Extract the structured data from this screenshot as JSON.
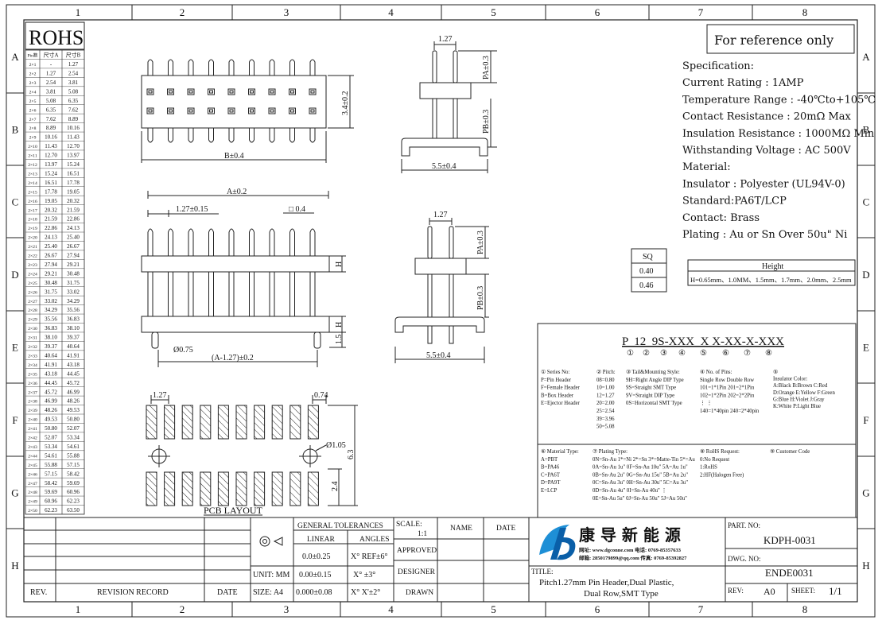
{
  "grid": {
    "cols": [
      "1",
      "2",
      "3",
      "4",
      "5",
      "6",
      "7",
      "8"
    ],
    "rows": [
      "A",
      "B",
      "C",
      "D",
      "E",
      "F",
      "G",
      "H"
    ]
  },
  "rohs_title": "ROHS",
  "pin_table": {
    "headers": [
      "Pin数",
      "尺寸A",
      "尺寸B"
    ],
    "rows": [
      [
        "2×1",
        "-",
        "1.27"
      ],
      [
        "2×2",
        "1.27",
        "2.54"
      ],
      [
        "2×3",
        "2.54",
        "3.81"
      ],
      [
        "2×4",
        "3.81",
        "5.08"
      ],
      [
        "2×5",
        "5.08",
        "6.35"
      ],
      [
        "2×6",
        "6.35",
        "7.62"
      ],
      [
        "2×7",
        "7.62",
        "8.89"
      ],
      [
        "2×8",
        "8.89",
        "10.16"
      ],
      [
        "2×9",
        "10.16",
        "11.43"
      ],
      [
        "2×10",
        "11.43",
        "12.70"
      ],
      [
        "2×11",
        "12.70",
        "13.97"
      ],
      [
        "2×12",
        "13.97",
        "15.24"
      ],
      [
        "2×13",
        "15.24",
        "16.51"
      ],
      [
        "2×14",
        "16.51",
        "17.78"
      ],
      [
        "2×15",
        "17.78",
        "19.05"
      ],
      [
        "2×16",
        "19.05",
        "20.32"
      ],
      [
        "2×17",
        "20.32",
        "21.59"
      ],
      [
        "2×18",
        "21.59",
        "22.86"
      ],
      [
        "2×19",
        "22.86",
        "24.13"
      ],
      [
        "2×20",
        "24.13",
        "25.40"
      ],
      [
        "2×21",
        "25.40",
        "26.67"
      ],
      [
        "2×22",
        "26.67",
        "27.94"
      ],
      [
        "2×23",
        "27.94",
        "29.21"
      ],
      [
        "2×24",
        "29.21",
        "30.48"
      ],
      [
        "2×25",
        "30.48",
        "31.75"
      ],
      [
        "2×26",
        "31.75",
        "33.02"
      ],
      [
        "2×27",
        "33.02",
        "34.29"
      ],
      [
        "2×28",
        "34.29",
        "35.56"
      ],
      [
        "2×29",
        "35.56",
        "36.83"
      ],
      [
        "2×30",
        "36.83",
        "38.10"
      ],
      [
        "2×31",
        "38.10",
        "39.37"
      ],
      [
        "2×32",
        "39.37",
        "40.64"
      ],
      [
        "2×33",
        "40.64",
        "41.91"
      ],
      [
        "2×34",
        "41.91",
        "43.18"
      ],
      [
        "2×35",
        "43.18",
        "44.45"
      ],
      [
        "2×36",
        "44.45",
        "45.72"
      ],
      [
        "2×37",
        "45.72",
        "46.99"
      ],
      [
        "2×38",
        "46.99",
        "48.26"
      ],
      [
        "2×39",
        "48.26",
        "49.53"
      ],
      [
        "2×40",
        "49.53",
        "50.80"
      ],
      [
        "2×41",
        "50.80",
        "52.07"
      ],
      [
        "2×42",
        "52.07",
        "53.34"
      ],
      [
        "2×43",
        "53.34",
        "54.61"
      ],
      [
        "2×44",
        "54.61",
        "55.88"
      ],
      [
        "2×45",
        "55.88",
        "57.15"
      ],
      [
        "2×46",
        "57.15",
        "58.42"
      ],
      [
        "2×47",
        "58.42",
        "59.69"
      ],
      [
        "2×48",
        "59.69",
        "60.96"
      ],
      [
        "2×49",
        "60.96",
        "62.23"
      ],
      [
        "2×50",
        "62.23",
        "63.50"
      ]
    ]
  },
  "dims": {
    "top_b": "B±0.4",
    "top_h": "3.4±0.2",
    "side_pitch": "1.27",
    "side_pa": "PA±0.3",
    "side_pb": "PB±0.3",
    "side_w": "5.5±0.4",
    "front_a": "A±0.2",
    "front_pitch": "1.27±0.15",
    "front_sq": "□ 0.4",
    "front_h": "H",
    "front_15": "1.5",
    "front_phi": "Ø0.75",
    "front_a127": "(A-1.27)±0.2",
    "side2_pitch": "1.27",
    "side2_pa": "PA±0.3",
    "side2_pb": "PB±0.3",
    "side2_w": "5.5±0.4",
    "pcb_127": "1.27",
    "pcb_074": "0.74",
    "pcb_phi": "Ø1.05",
    "pcb_63": "6.3",
    "pcb_24": "2.4",
    "pcb_title": "PCB LAYOUT"
  },
  "reference_note": "For reference only",
  "specs": [
    "Specification:",
    "Current Rating : 1AMP",
    "Temperature Range : -40℃to+105℃",
    "Contact Resistance : 20mΩ Max",
    "Insulation Resistance : 1000MΩ Min",
    "Withstanding Voltage : AC 500V",
    "Material:",
    "   Insulator : Polyester (UL94V-0)",
    "             Standard:PA6T/LCP",
    "   Contact: Brass",
    "Plating : Au or Sn Over 50u\" Ni"
  ],
  "sq_table": {
    "header": "SQ",
    "values": [
      "0.40",
      "0.46"
    ]
  },
  "height_table": {
    "header": "Height",
    "value": "H=0.65mm、1.0MM、1.5mm、1.7mm、2.0mm、2.5mm"
  },
  "part_code": {
    "code": "P  12  9S-XXX  X X-XX-X-XXX",
    "markers": [
      "①",
      "②",
      "③",
      "④",
      "⑤",
      "⑥",
      "⑦",
      "⑧"
    ],
    "series": [
      "① Series No:",
      "P=Pin Header",
      "F=Female Header",
      "B=Box Header",
      "E=Ejector Header"
    ],
    "pitch": [
      "② Pitch:",
      "08=0.80",
      "10=1.00",
      "12=1.27",
      "20=2.00",
      "25=2.54",
      "39=3.96",
      "50=5.08"
    ],
    "tail": [
      "③ Tail&Mounting Style:",
      "9H=Right Angle DIP Type",
      "9S=Straight SMT Type",
      "9V=Straight DIP Type",
      "0S=Horizontal SMT Type"
    ],
    "pins": [
      "④ No. of Pins:",
      "Single Row  Double Row",
      "101=1*1Pin   201=2*1Pin",
      "102=1*2Pin   202=2*2Pin",
      "  ⋮               ⋮",
      "140=1*40pin  240=2*40pin"
    ],
    "color": [
      "⑤",
      "Insulator Color:",
      "A:Black  B:Brown  C:Red",
      "D:Orange E:Yellow F:Green",
      "G:Blue   H:Violet J:Gray",
      "K:White  P:Light Blue"
    ],
    "material": [
      "⑥ Material Type:",
      "A=PBT",
      "B=PA46",
      "C=PA6T",
      "D=PA9T",
      "E=LCP"
    ],
    "plating": [
      "⑦ Plating Type:",
      "0N=Sn-Au 1*=Ni 2*=Sn 3*=Matte-Tin 5*=Au",
      "0A=Sn-Au 1u\" 0F=Sn-Au 10u\"  5A=Au 1u\"",
      "0B=Sn-Au 2u\" 0G=Sn-Au 15u\"  5B=Au 2u\"",
      "0C=Sn-Au 3u\" 0H=Sn-Au 30u\"  5C=Au 3u\"",
      "0D=Sn-Au 4u\" 0I=Sn-Au 40u\"     ⋮",
      "0E=Sn-Au 5u\" 0J=Sn-Au 50u\"  5J=Au 50u\""
    ],
    "rohs": [
      "⑧ RoHS Request:",
      "0:No Request",
      "1:RoHS",
      "2:HF(Halogen Free)"
    ],
    "customer": "⑨ Customer Code"
  },
  "title_block": {
    "rev": "REV.",
    "revision_record": "REVISION RECORD",
    "date": "DATE",
    "unit": "UNIT: MM",
    "size": "SIZE: A4",
    "general_tol": "GENERAL TOLERANCES",
    "linear": "LINEAR",
    "angles": "ANGLES",
    "tol1": "0.0±0.25",
    "tol2": "0.00±0.15",
    "tol3": "0.000±0.08",
    "ang1": "X° REF±6°",
    "ang2": "X° ±3°",
    "ang3": "X° X'±2°",
    "scale_label": "SCALE:",
    "scale_val": "1:1",
    "approved": "APPROVED",
    "designer": "DESIGNER",
    "drawn": "DRAWN",
    "name": "NAME",
    "date2": "DATE",
    "company_cn": "康 导 新 能 源",
    "company_web": "网址: www.dgconne.com  电话: 0769-85357633",
    "company_mail": "邮箱: 2850179899@qq.com 传真: 0769-85392827",
    "title_label": "TITLE:",
    "title1": "Pitch1.27mm Pin Header,Dual Plastic,",
    "title2": "Dual Row,SMT Type",
    "part_label": "PART. NO:",
    "part_no": "KDPH-0031",
    "dwg_label": "DWG. NO:",
    "dwg_no": "ENDE0031",
    "rev2": "REV:",
    "rev_val": "A0",
    "sheet_label": "SHEET:",
    "sheet_val": "1/1"
  }
}
